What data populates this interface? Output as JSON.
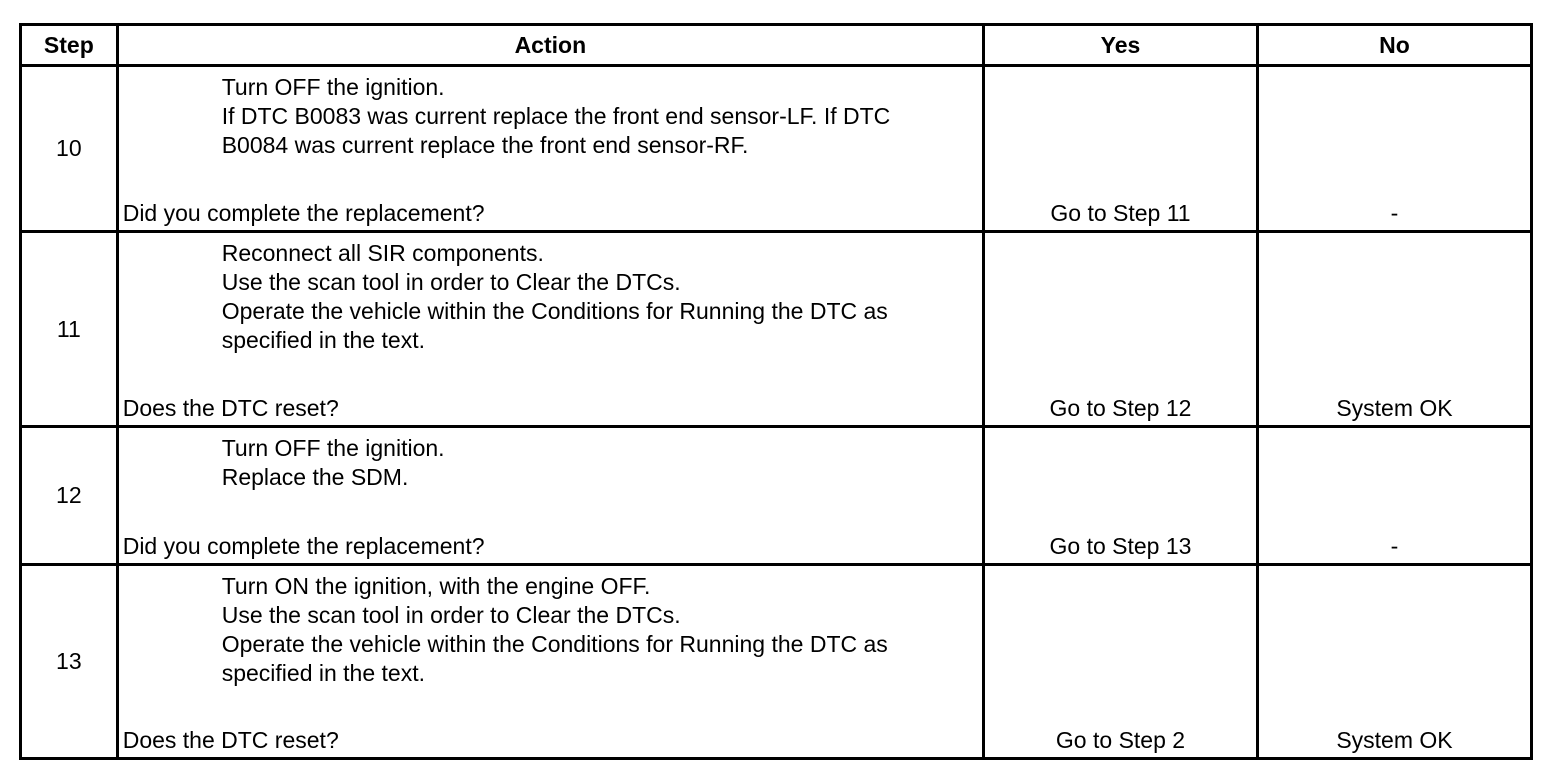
{
  "header": {
    "step": "Step",
    "action": "Action",
    "yes": "Yes",
    "no": "No"
  },
  "rows": [
    {
      "step": "10",
      "instructions": [
        "Turn OFF the ignition.",
        "If DTC B0083 was current replace the front end sensor-LF. If DTC B0084 was current replace the front end sensor-RF."
      ],
      "question": "Did you complete the replacement?",
      "yes": "Go to Step 11",
      "no": "-"
    },
    {
      "step": "11",
      "instructions": [
        "Reconnect all SIR components.",
        "Use the scan tool in order to Clear the DTCs.",
        "Operate the vehicle within the Conditions for Running the DTC as specified in the text."
      ],
      "question": "Does the DTC reset?",
      "yes": "Go to Step 12",
      "no": "System OK"
    },
    {
      "step": "12",
      "instructions": [
        "Turn OFF the ignition.",
        "Replace the SDM."
      ],
      "question": "Did you complete the replacement?",
      "yes": "Go to Step 13",
      "no": "-"
    },
    {
      "step": "13",
      "instructions": [
        "Turn ON the ignition, with the engine OFF.",
        "Use the scan tool in order to Clear the DTCs.",
        "Operate the vehicle within the Conditions for Running the DTC as specified in the text."
      ],
      "question": "Does the DTC reset?",
      "yes": "Go to Step 2",
      "no": "System OK"
    }
  ]
}
